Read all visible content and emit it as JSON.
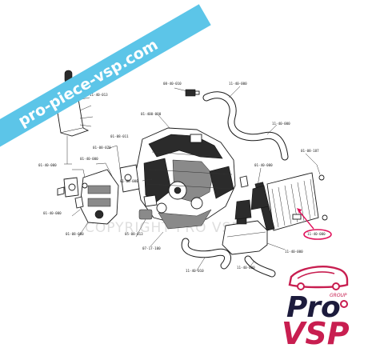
{
  "banner": {
    "text": "pro-piece-vsp.com",
    "color": "#5cc5e8"
  },
  "watermark": {
    "text": "COPYRIGHT PRO VSP"
  },
  "logo": {
    "line1": "Pro",
    "line2": "VSP",
    "tag": "GROUP",
    "navy": "#1c1b3c",
    "red": "#c81e50"
  },
  "highlight": {
    "color": "#e0105a"
  },
  "labels": {
    "l1": "11-40-013",
    "l2": "08-40-010",
    "l3": "11-40-000",
    "l4": "11-40-000",
    "l5": "01-400-000",
    "l6": "01-08-011",
    "l7": "01-08-070",
    "l8": "01-40-000",
    "l9": "01-40-000",
    "l10": "01-08-187",
    "l11": "01-40-000",
    "l12": "01-08-000",
    "l13": "01-40-000",
    "l14": "01-08-000",
    "l15": "05-08-013",
    "l16": "07-17-100",
    "l17": "11-40-000",
    "l18": "11-40-000",
    "l19": "11-40-010",
    "l20": "11-40-000"
  }
}
